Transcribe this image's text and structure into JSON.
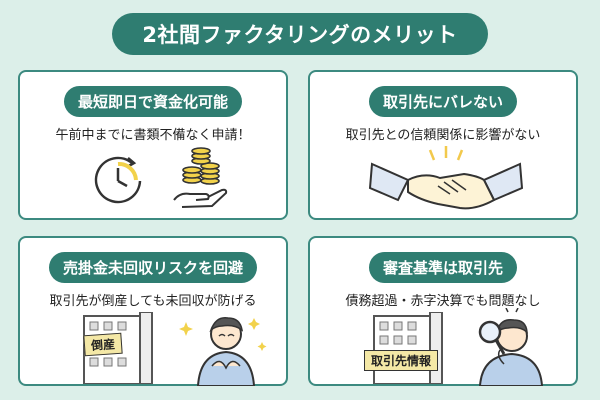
{
  "title": "2社間ファクタリングのメリット",
  "cards": [
    {
      "heading": "最短即日で資金化可能",
      "subtext": "午前中までに書類不備なく申請！"
    },
    {
      "heading": "取引先にバレない",
      "subtext": "取引先との信頼関係に影響がない"
    },
    {
      "heading": "売掛金未回収リスクを回避",
      "subtext": "取引先が倒産しても未回収が防げる",
      "building_label": "倒産"
    },
    {
      "heading": "審査基準は取引先",
      "subtext": "債務超過・赤字決算でも問題なし",
      "building_label": "取引先情報"
    }
  ],
  "colors": {
    "background": "#dcefe9",
    "accent": "#2f7d71",
    "border": "#3c8a80",
    "highlight": "#f4e8a6"
  }
}
